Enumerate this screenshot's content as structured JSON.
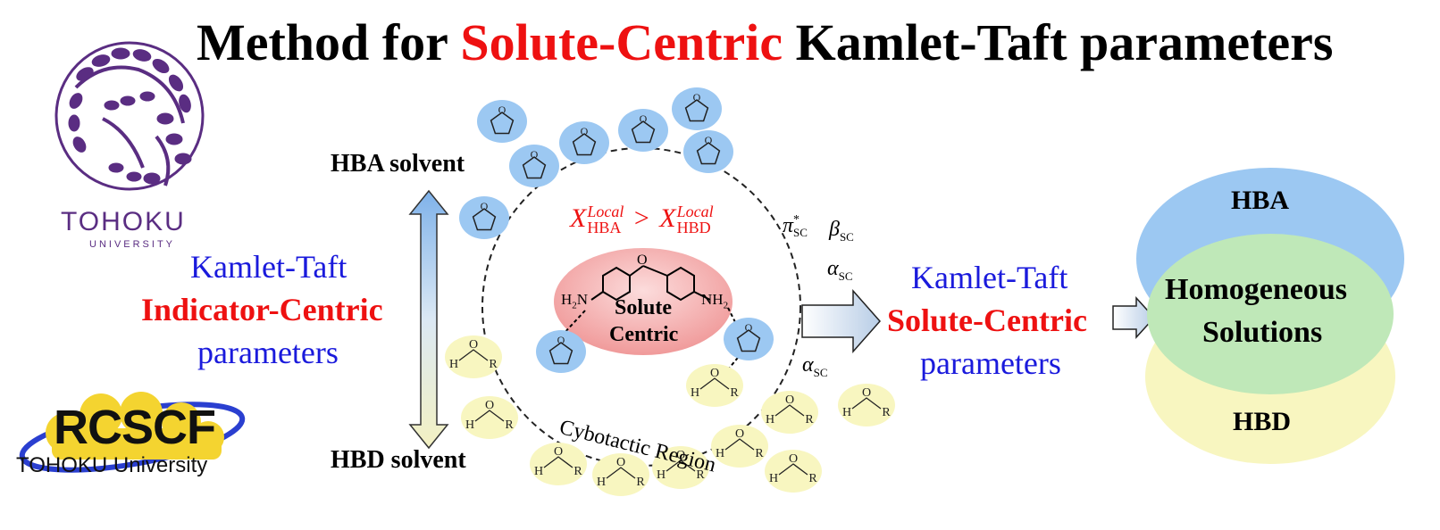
{
  "title": {
    "prefix": "Method for",
    "highlight": "Solute-Centric",
    "suffix": "Kamlet-Taft parameters"
  },
  "logos": {
    "tohoku_line1": "TOHOKU",
    "tohoku_line2": "UNIVERSITY",
    "rcscf_main": "RCSCF",
    "rcscf_sub": "TOHOKU University"
  },
  "left_block": {
    "line1": "Kamlet-Taft",
    "line2": "Indicator-Centric",
    "line3": "parameters"
  },
  "solvent_axis": {
    "top_label": "HBA solvent",
    "bottom_label": "HBD solvent"
  },
  "center": {
    "x_symbol": "X",
    "local_sup": "Local",
    "hba_sub": "HBA",
    "hbd_sub": "HBD",
    "comparator": ">",
    "solute_line1": "Solute",
    "solute_line2": "Centric",
    "amine_left": "H",
    "amine_right": "NH",
    "amine_sub": "2",
    "ring_o": "O",
    "region_label": "Cybotactic Region"
  },
  "hbd_molecule": {
    "h": "H",
    "o": "O",
    "r": "R"
  },
  "params": {
    "pi": "π",
    "star": "*",
    "beta": "β",
    "alpha": "α",
    "sub": "SC"
  },
  "right_block": {
    "line1": "Kamlet-Taft",
    "line2": "Solute-Centric",
    "line3": "parameters"
  },
  "venn": {
    "top": "HBA",
    "middle_line1": "Homogeneous",
    "middle_line2": "Solutions",
    "bottom": "HBD"
  },
  "colors": {
    "red": "#ee1111",
    "blue": "#1a1adc",
    "hba_fill": "#9cc8f2",
    "hbd_fill": "#f8f6c0",
    "homog_fill": "#bfe8b8",
    "solute_fill": "#f2a8a8",
    "purple": "#5a2d82"
  }
}
